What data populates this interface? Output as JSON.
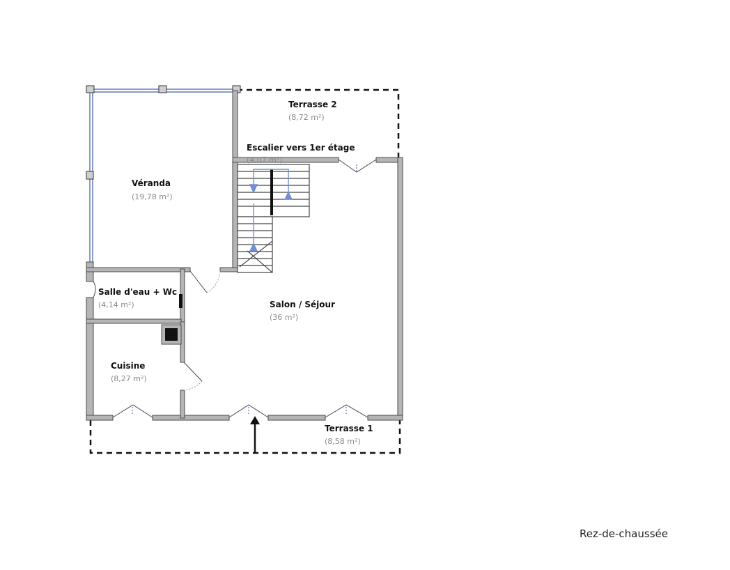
{
  "floor": {
    "title": "Rez-de-chaussée"
  },
  "rooms": [
    {
      "id": "veranda",
      "name": "Véranda",
      "area": "(19,78 m²)"
    },
    {
      "id": "terrasse-2",
      "name": "Terrasse 2",
      "area": "(8,72 m²)"
    },
    {
      "id": "escalier",
      "name": "Escalier vers 1er étage",
      "area": "(4,07 m²)"
    },
    {
      "id": "salle-eau",
      "name": "Salle d'eau + Wc",
      "area": "(4,14 m²)"
    },
    {
      "id": "salon",
      "name": "Salon / Séjour",
      "area": "(36 m²)"
    },
    {
      "id": "cuisine",
      "name": "Cuisine",
      "area": "(8,27 m²)"
    },
    {
      "id": "terrasse-1",
      "name": "Terrasse 1",
      "area": "(8,58 m²)"
    }
  ],
  "colors": {
    "wall_fill": "#b5b5b5",
    "wall_stroke": "#4a4a4a",
    "glass": "#3b5bb5",
    "stair_arrow": "#6f8fd6",
    "label": "#111111",
    "area_text": "#8a8a8a"
  }
}
